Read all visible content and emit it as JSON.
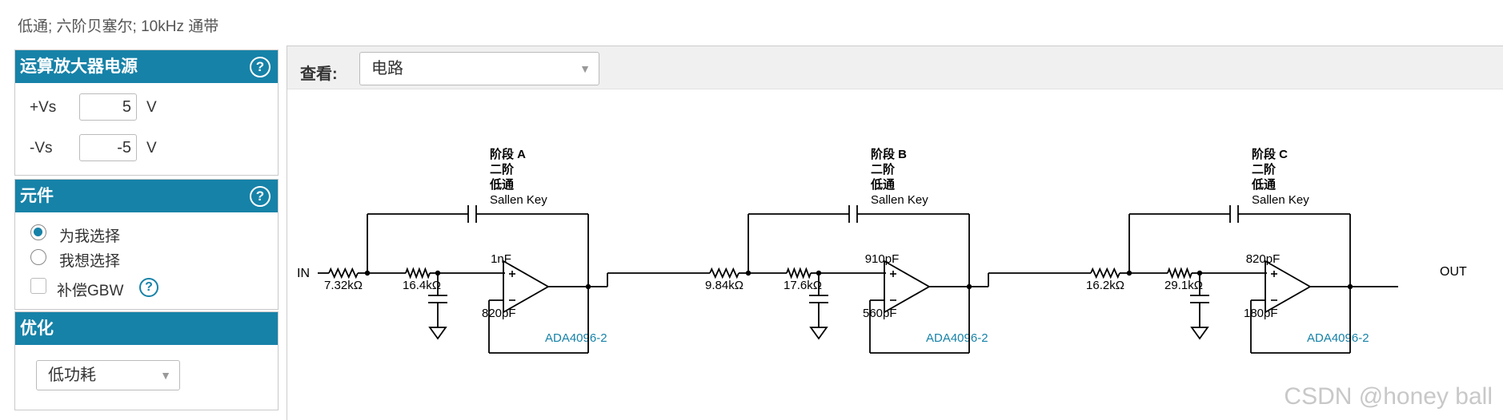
{
  "page_title": "低通; 六阶贝塞尔; 10kHz 通带",
  "power_panel": {
    "title": "运算放大器电源",
    "vs_plus_label": "+Vs",
    "vs_plus_value": "5",
    "vs_minus_label": "-Vs",
    "vs_minus_value": "-5",
    "unit": "V"
  },
  "components_panel": {
    "title": "元件",
    "option_choose_for_me": "为我选择",
    "option_i_choose": "我想选择",
    "selected": "为我选择",
    "compensate_gbw_label": "补偿GBW",
    "compensate_gbw_checked": false
  },
  "optimize_panel": {
    "title": "优化",
    "selected": "低功耗"
  },
  "view": {
    "label": "查看:",
    "selected": "电路"
  },
  "circuit": {
    "input_label": "IN",
    "output_label": "OUT",
    "stages": [
      {
        "title": "阶段 A",
        "order": "二阶",
        "type": "低通",
        "topology": "Sallen Key",
        "r_series": "7.32kΩ",
        "r1": "16.4kΩ",
        "c_feedback": "1nF",
        "c_ground": "820pF",
        "opamp": "ADA4096-2"
      },
      {
        "title": "阶段 B",
        "order": "二阶",
        "type": "低通",
        "topology": "Sallen Key",
        "r_series": "9.84kΩ",
        "r1": "17.6kΩ",
        "c_feedback": "910pF",
        "c_ground": "560pF",
        "opamp": "ADA4096-2"
      },
      {
        "title": "阶段 C",
        "order": "二阶",
        "type": "低通",
        "topology": "Sallen Key",
        "r_series": "16.2kΩ",
        "r1": "29.1kΩ",
        "c_feedback": "820pF",
        "c_ground": "180pF",
        "opamp": "ADA4096-2"
      }
    ]
  },
  "watermark": "CSDN @honey ball",
  "colors": {
    "panel_header": "#1682a8",
    "link": "#1682a8",
    "wire": "#000000"
  }
}
